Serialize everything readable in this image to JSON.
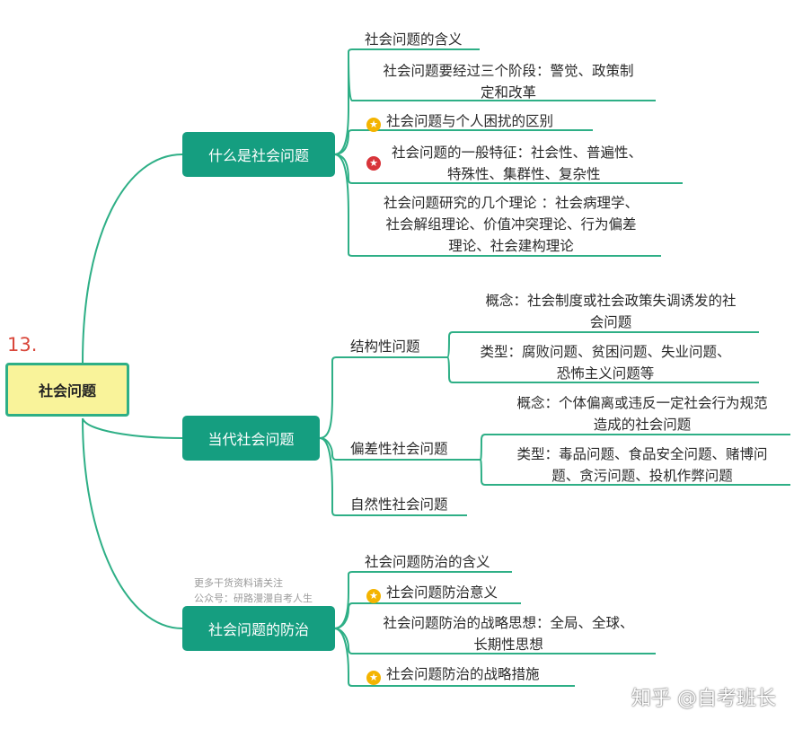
{
  "number_label": "13.",
  "root": "社会问题",
  "branches": {
    "b1": {
      "label": "什么是社会问题",
      "items": [
        "社会问题的含义",
        "社会问题要经过三个阶段：警觉、政策制",
        "定和改革",
        "社会问题与个人困扰的区别",
        "社会问题的一般特征：社会性、普遍性、",
        "特殊性、集群性、复杂性",
        "社会问题研究的几个理论 ：社会病理学、",
        "社会解组理论、价值冲突理论、行为偏差",
        "理论、社会建构理论"
      ]
    },
    "b2": {
      "label": "当代社会问题",
      "sub1": {
        "label": "结构性问题",
        "items": [
          "概念：社会制度或社会政策失调诱发的社",
          "会问题",
          "类型：腐败问题、贫困问题、失业问题、",
          "恐怖主义问题等"
        ]
      },
      "sub2": {
        "label": "偏差性社会问题",
        "items": [
          "概念：个体偏离或违反一定社会行为规范",
          "造成的社会问题",
          "类型：毒品问题、食品安全问题、赌博问",
          "题、贪污问题、投机作弊问题"
        ]
      },
      "sub3": {
        "label": "自然性社会问题"
      }
    },
    "b3": {
      "label": "社会问题的防治",
      "items": [
        "社会问题防治的含义",
        "社会问题防治意义",
        "社会问题防治的战略思想：全局、全球、",
        "长期性思想",
        "社会问题防治的战略措施"
      ]
    }
  },
  "icons": {
    "star_yellow": "star-yellow-icon",
    "star_red": "star-red-icon"
  },
  "colors": {
    "branch_fill": "#159e80",
    "line": "#2eaf86",
    "root_fill": "#f9f39a",
    "number": "#d9473b"
  },
  "watermark": {
    "line1": "更多干货资料请关注",
    "line2": "公众号：研路漫漫自考人生",
    "corner": "知乎 @自考班长"
  }
}
